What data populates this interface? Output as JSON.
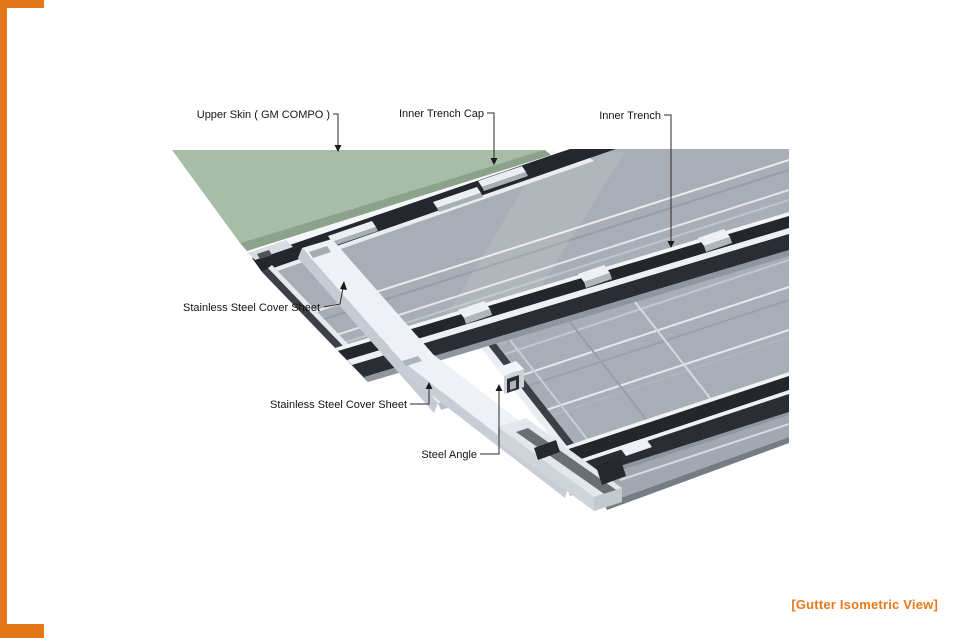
{
  "caption": {
    "text": "[Gutter Isometric View]",
    "color": "#E87818"
  },
  "labels": {
    "upper_skin": "Upper Skin ( GM COMPO )",
    "inner_trench_cap": "Inner Trench Cap",
    "inner_trench": "Inner Trench",
    "cover_sheet_upper": "Stainless Steel Cover Sheet",
    "cover_sheet_lower": "Stainless Steel Cover Sheet",
    "steel_angle": "Steel Angle"
  },
  "palette": {
    "frame_orange": "#E5771B",
    "caption_orange": "#E87818",
    "upper_skin_green": "#A6BEA6",
    "upper_skin_lip_green": "#8AA38A",
    "panel_grey": "#A9AEB6",
    "rib_highlight": "#E8ECF1",
    "trench_dark": "#24272D",
    "stainless_silver": "#EEF1F5",
    "label_text": "#141414",
    "background": "#FFFFFF"
  }
}
